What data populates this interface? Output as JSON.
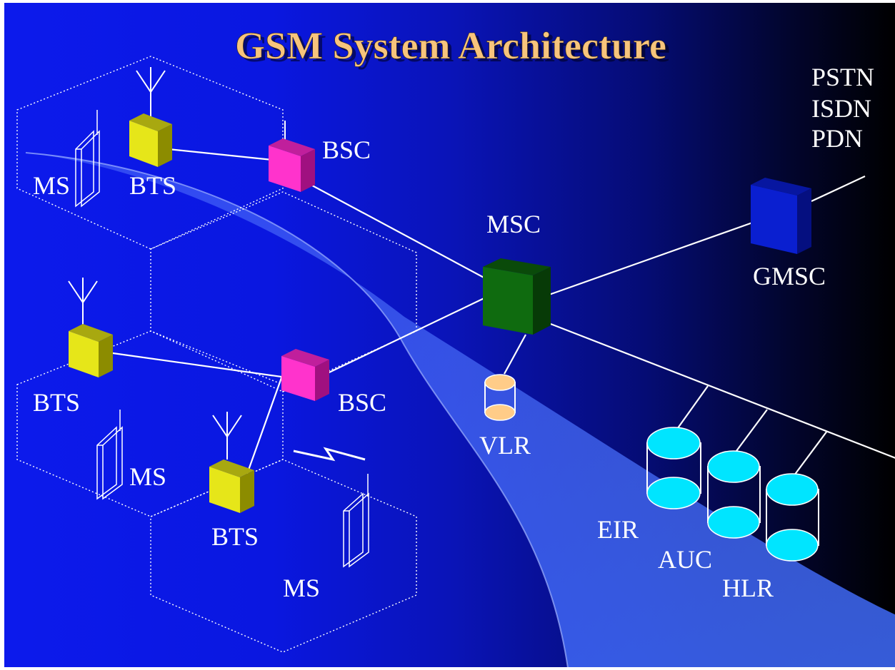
{
  "title": "GSM System Architecture",
  "labels": {
    "ms_top": "MS",
    "bts_top": "BTS",
    "bsc_top": "BSC",
    "msc": "MSC",
    "gmsc": "GMSC",
    "networks": [
      "PSTN",
      "ISDN",
      "PDN"
    ],
    "bts_left": "BTS",
    "bsc_bottom": "BSC",
    "vlr": "VLR",
    "ms_mid": "MS",
    "bts_bottom": "BTS",
    "ms_bottom": "MS",
    "eir": "EIR",
    "auc": "AUC",
    "hlr": "HLR"
  },
  "colors": {
    "title": "#f7c47c",
    "bts": "#e6e619",
    "bsc": "#ff33cc",
    "msc": "#0f6b0f",
    "gmsc": "#0a1fd0",
    "vlr": "#ffcc88",
    "database": "#00e5ff",
    "label": "#ffffff"
  },
  "icons": {
    "antenna": "antenna-icon",
    "mobile_station": "mobile-phone-icon",
    "radio_link": "lightning-link-icon",
    "database": "database-cylinder-icon"
  }
}
